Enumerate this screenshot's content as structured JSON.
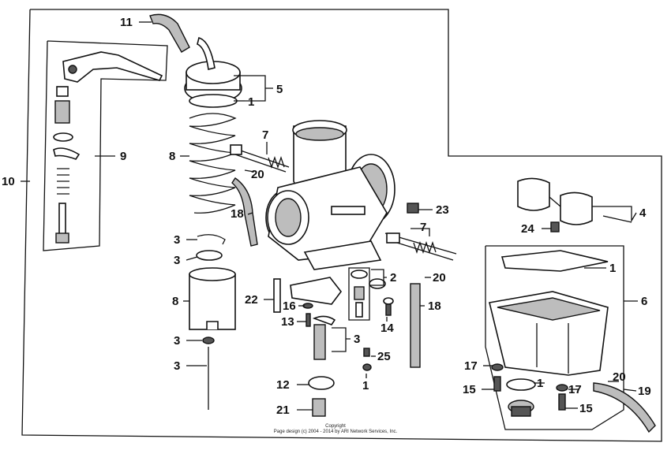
{
  "diagram": {
    "labels": {
      "l1a": "1",
      "l1b": "1",
      "l1c": "1",
      "l1d": "1",
      "l2": "2",
      "l3a": "3",
      "l3b": "3",
      "l3c": "3",
      "l3d": "3",
      "l3e": "3",
      "l4": "4",
      "l5": "5",
      "l6": "6",
      "l7a": "7",
      "l7b": "7",
      "l8a": "8",
      "l8b": "8",
      "l9": "9",
      "l10": "10",
      "l11": "11",
      "l12": "12",
      "l13": "13",
      "l14": "14",
      "l15a": "15",
      "l15b": "15",
      "l16": "16",
      "l17a": "17",
      "l17b": "17",
      "l18a": "18",
      "l18b": "18",
      "l19": "19",
      "l20a": "20",
      "l20b": "20",
      "l20c": "20",
      "l21": "21",
      "l22": "22",
      "l23": "23",
      "l24": "24",
      "l25": "25"
    },
    "copyright": {
      "line1": "Copyright",
      "line2": "Page design (c) 2004 - 2014 by ARI Network Services, Inc."
    }
  }
}
